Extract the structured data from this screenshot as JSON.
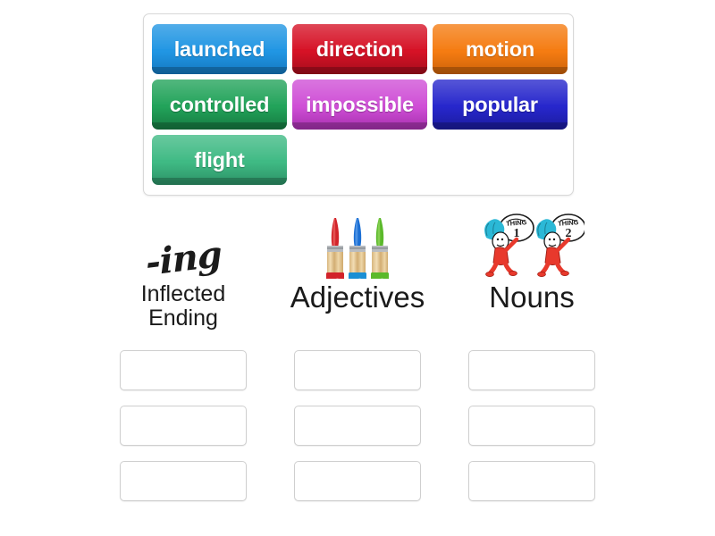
{
  "activity": {
    "type": "group-sort",
    "background": "#ffffff"
  },
  "word_bank": {
    "name": "word-bank",
    "tiles": [
      {
        "label": "launched",
        "color": "#2196e3",
        "color_dark": "#1478c0"
      },
      {
        "label": "direction",
        "color": "#d61226",
        "color_dark": "#a50d1c"
      },
      {
        "label": "motion",
        "color": "#f57c12",
        "color_dark": "#cc6309"
      },
      {
        "label": "controlled",
        "color": "#22a35a",
        "color_dark": "#167a41"
      },
      {
        "label": "impossible",
        "color": "#cf4fd6",
        "color_dark": "#a62fae"
      },
      {
        "label": "popular",
        "color": "#2727cc",
        "color_dark": "#1b1b9e"
      },
      {
        "label": "flight",
        "color": "#3fba84",
        "color_dark": "#2c9166"
      }
    ]
  },
  "categories": [
    {
      "id": "inflected-ending",
      "title": "Inflected\nEnding",
      "title_size": "small",
      "icon": "handwritten-ing-icon",
      "icon_text": "-ing",
      "icon_color": "#1b1b1b",
      "slots": 3
    },
    {
      "id": "adjectives",
      "title": "Adjectives",
      "title_size": "large",
      "icon": "paintbrushes-icon",
      "icon_colors": [
        "#d2232a",
        "#1b6fd4",
        "#5bb92b"
      ],
      "slots": 3
    },
    {
      "id": "nouns",
      "title": "Nouns",
      "title_size": "large",
      "icon": "thing-one-thing-two-icon",
      "icon_labels": [
        "THING 1",
        "THING 2"
      ],
      "icon_colors": [
        "#e8392c",
        "#2bb8d6",
        "#ffffff"
      ],
      "slots": 3
    }
  ],
  "drop_zones": {
    "name": "drop-zone-grid",
    "rows": 3,
    "columns": 3,
    "empty_value": "",
    "border_color": "#cfcfcf"
  }
}
